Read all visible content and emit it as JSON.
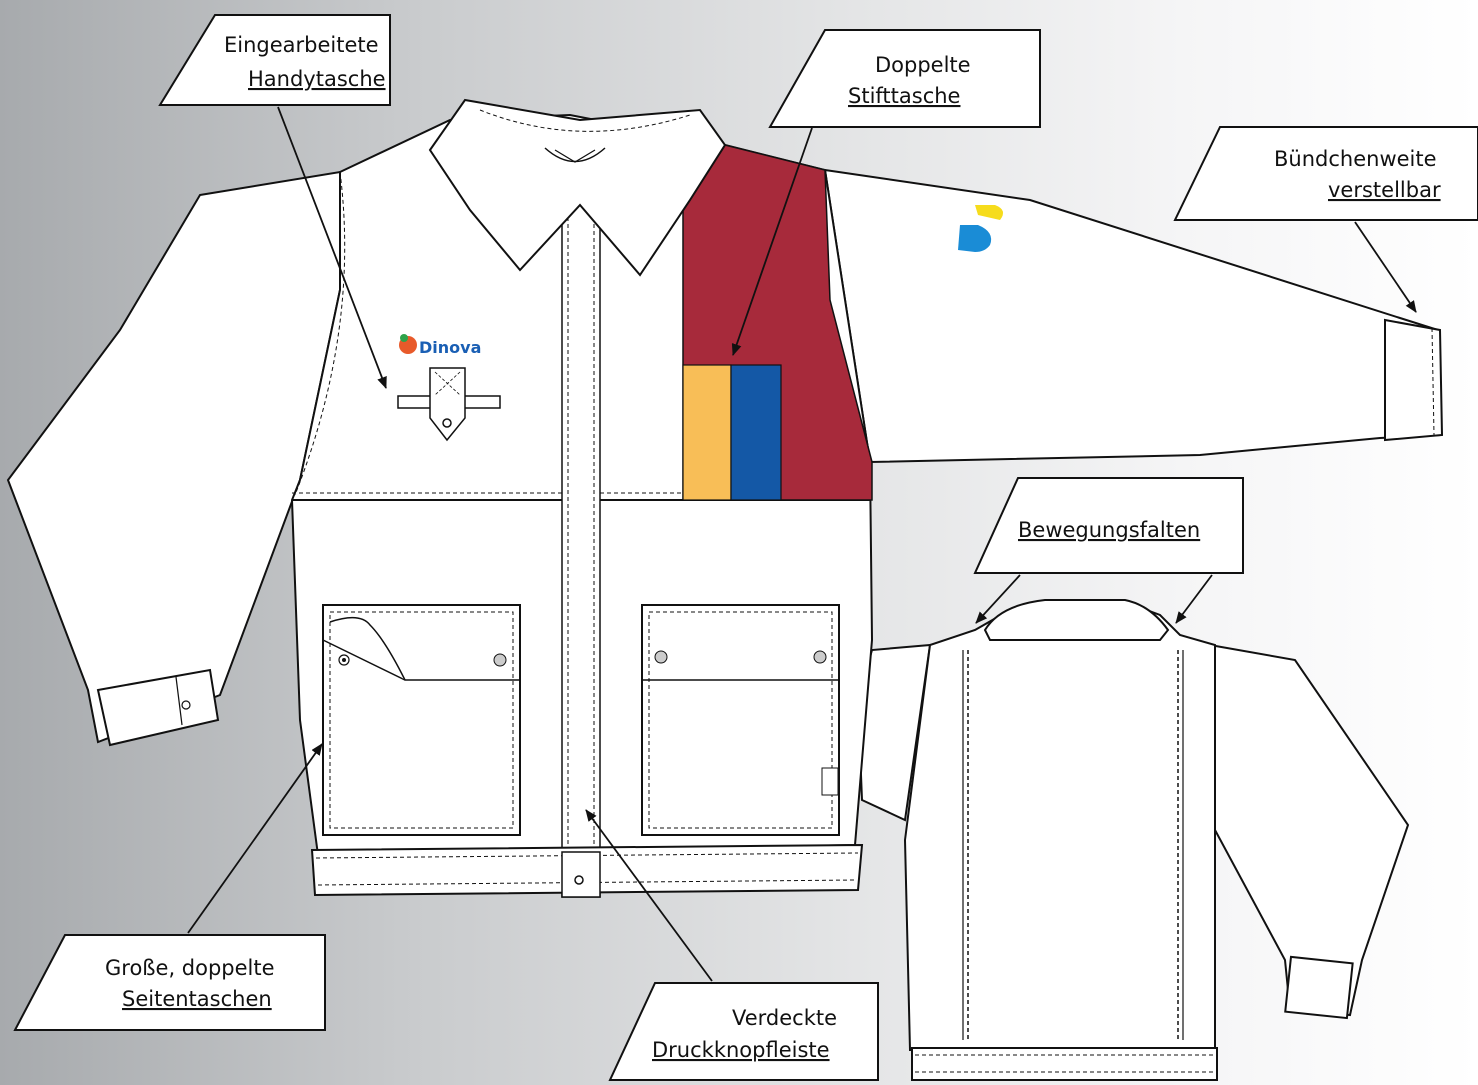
{
  "labels": {
    "handytasche": {
      "line1": "Eingearbeitete",
      "line2": "Handytasche"
    },
    "stifttasche": {
      "line1": "Doppelte",
      "line2": "Stifttasche"
    },
    "buendchen": {
      "line1": "Bündchenweite",
      "line2": "verstellbar"
    },
    "bewegungsfalten": {
      "line1": "Bewegungsfalten"
    },
    "seitentaschen": {
      "line1": "Große, doppelte",
      "line2": "Seitentaschen"
    },
    "druckknopfleiste": {
      "line1": "Verdeckte",
      "line2": "Druckknopfleiste"
    }
  },
  "logo": {
    "text": "Dinova"
  },
  "colors": {
    "panel_red": "#a72a3b",
    "pen_yellow": "#f8be57",
    "pen_blue": "#1458a6",
    "sleeve_logo_yellow": "#f6dc1c",
    "sleeve_logo_blue": "#1a8cd6",
    "logo_text_blue": "#1a5fb4"
  }
}
